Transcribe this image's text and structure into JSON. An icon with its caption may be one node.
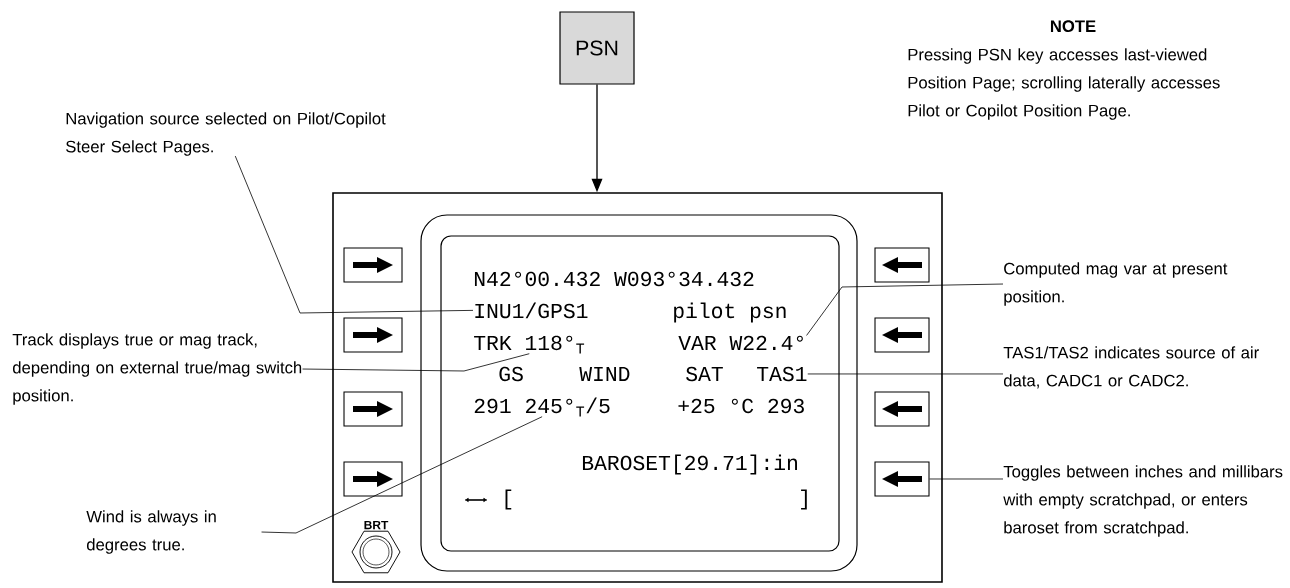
{
  "diagram": {
    "nodes": [
      {
        "text": [
          "PSN"
        ]
      },
      {
        "text": [],
        "shape": "box"
      },
      {
        "text": [],
        "shape": "box",
        "in": 1
      },
      {
        "text": [
          "N42°00.432 W093°34.432"
        ],
        "in": 2
      },
      {
        "text": [
          "INU1/GPS1"
        ],
        "in": 2
      },
      {
        "text": [
          "pilot psn"
        ],
        "in": 2
      },
      {
        "text": [
          "TRK 118°$_{T}$"
        ],
        "in": 2
      },
      {
        "text": [
          "VAR W22.4°"
        ],
        "in": 2
      },
      {
        "text": [
          "GS"
        ],
        "in": 2
      },
      {
        "text": [
          "WIND"
        ],
        "in": 2
      },
      {
        "text": [
          "SAT"
        ],
        "in": 2
      },
      {
        "text": [
          "TAS1"
        ],
        "in": 2
      },
      {
        "text": [
          "291 245°$_{T}$/5"
        ],
        "in": 2
      },
      {
        "text": [
          "+25 °C 293"
        ],
        "in": 2
      },
      {
        "text": [
          "BAROSET[29.71]:in"
        ],
        "in": 2
      },
      {
        "text": [],
        "shape": "box",
        "in": 1
      },
      {
        "text": [],
        "shape": "box",
        "in": 1
      },
      {
        "text": [],
        "shape": "box",
        "in": 1
      },
      {
        "text": [],
        "shape": "box",
        "in": 1
      },
      {
        "text": [],
        "shape": "box",
        "in": 1
      },
      {
        "text": [],
        "shape": "box",
        "in": 1
      },
      {
        "text": [],
        "shape": "box",
        "in": 1
      },
      {
        "text": [],
        "shape": "box",
        "in": 1
      },
      {
        "text": [
          "BRT"
        ],
        "in": 1
      },
      {
        "text": [
          "Navigation source selected on Pilot/Copilot Steer Select Pages."
        ]
      },
      {
        "text": [
          "Track displays true or mag track, depending on external true/mag switch position."
        ]
      },
      {
        "text": [
          "Wind is always in degrees true."
        ]
      },
      {
        "text": [
          "Computed mag var at present position."
        ]
      },
      {
        "text": [
          "TAS1/TAS2 indicates source of air data, CADC1 or CADC2."
        ]
      },
      {
        "text": [
          "Toggles between inches and millibars with empty scratchpad, or enters baroset from scratchpad."
        ]
      }
    ],
    "edges": [
      {
        "from": 0,
        "to": 1,
        "arrow": "to"
      },
      {
        "from": 24,
        "to": 4,
        "arrow": "none"
      },
      {
        "from": 25,
        "to": 6,
        "arrow": "none"
      },
      {
        "from": 26,
        "to": 12,
        "arrow": "none"
      },
      {
        "from": 27,
        "to": 7,
        "arrow": "none"
      },
      {
        "from": 28,
        "to": 11,
        "arrow": "none"
      },
      {
        "from": 29,
        "to": 22,
        "arrow": "none"
      }
    ],
    "labels": [
      "NOTE",
      "Pressing PSN key accesses last-viewed Position Page; scrolling laterally accesses Pilot or Copilot Position Page.",
      "[",
      "]"
    ]
  }
}
